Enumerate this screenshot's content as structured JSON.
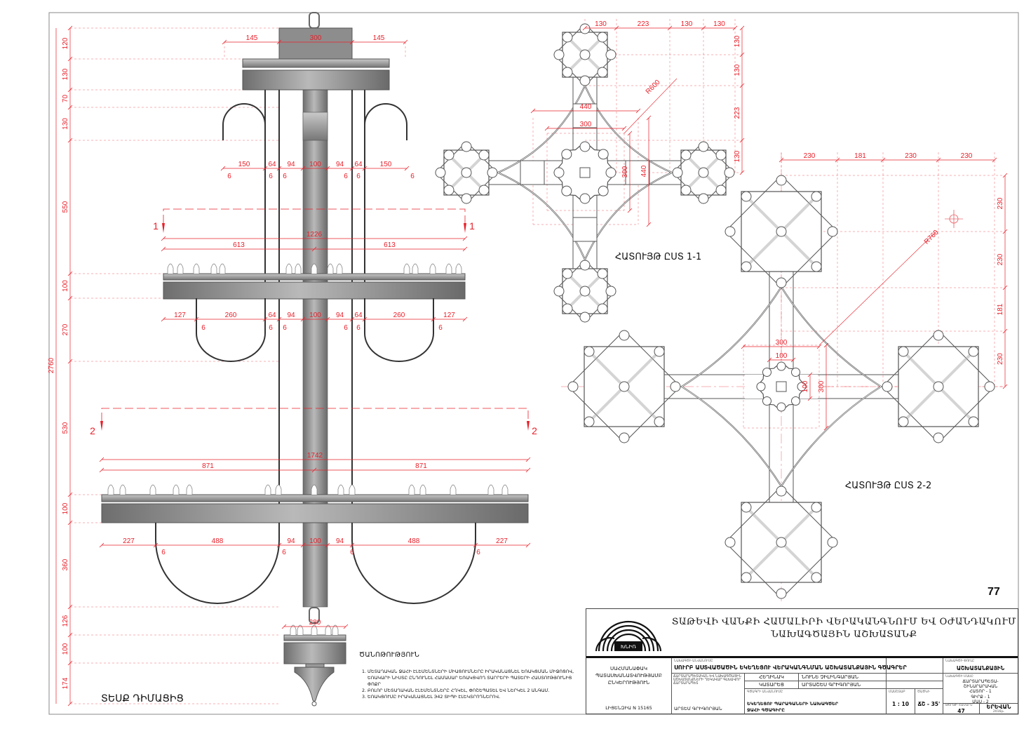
{
  "sheet_number": "77",
  "front_view": {
    "title": "ՏԵՍՔ ԴԻՄԱՑԻՑ",
    "total_height": "2760",
    "vertical": [
      "120",
      "130",
      "70",
      "130",
      "550",
      "100",
      "270",
      "530",
      "100",
      "360",
      "126",
      "100",
      "174"
    ],
    "top_row": [
      "145",
      "300",
      "145"
    ],
    "row_a": [
      "150",
      "64",
      "94",
      "100",
      "94",
      "64",
      "150"
    ],
    "row_a_welds": [
      "6",
      "6",
      "6",
      "6",
      "6",
      "6"
    ],
    "ring1_total": "1226",
    "ring1_halves": [
      "613",
      "613"
    ],
    "row_b": [
      "127",
      "260",
      "64",
      "94",
      "100",
      "94",
      "64",
      "260",
      "127"
    ],
    "row_b_welds": [
      "6",
      "6",
      "6",
      "6",
      "6",
      "6"
    ],
    "ring2_total": "1742",
    "ring2_halves": [
      "871",
      "871"
    ],
    "row_c": [
      "227",
      "488",
      "94",
      "100",
      "94",
      "488",
      "227"
    ],
    "row_c_welds": [
      "6",
      "6",
      "6",
      "6"
    ],
    "bottom_width": "280",
    "section_marks": {
      "s1": "1",
      "s2": "2"
    }
  },
  "section_1_1": {
    "title": "ՀԱՏՈՒՅԹ ԸՍՏ 1-1",
    "top": [
      "130",
      "223",
      "130",
      "130"
    ],
    "right": [
      "130",
      "130",
      "223",
      "130"
    ],
    "outer_width": "440",
    "inner_width": "300",
    "inner_height": "300",
    "outer_height": "440",
    "radius": "R600"
  },
  "section_2_2": {
    "title": "ՀԱՏՈՒՅԹ ԸՍՏ 2-2",
    "top": [
      "230",
      "181",
      "230",
      "230"
    ],
    "right": [
      "230",
      "230",
      "181",
      "230"
    ],
    "width": "300",
    "hub_width": "100",
    "hub_height": "100",
    "height": "300",
    "radius": "R760"
  },
  "notes": {
    "heading": "ԾԱՆՈԹՈՒԹՅՈՒՆ",
    "items": [
      "ՄԵՏԱՂԱԿԱՆ ՋԱՀԻ ԷԼԵՄԵՆՏՆԵՐԻ ՄԻԱՑՈՒՄՆԵՐԸ ԻՐԱԿԱՆԱՑՆԵԼ ԵՌԱԿՑՄԱՆ ՄԻՋՈՑՈՎ, ԵՌԱԿԱՐԻ ՆԻՍՏԸ ԸՆԴՈՒՆԵԼ ՀԱՄԱՍԱՐ ԵՌԱԿՑՎՈՂ ՏԱՐՐԵՐԻ ՊԱՏԵՐԻ ՀԱՍՏՈՒԹՅՈՒՆԻՑ ՓՈՔՐ",
      "ԲՈԼՈՐ ՄԵՏԱՂԱԿԱՆ ԷԼԵՄԵՆՏՆԵՐԸ ՀՂԿԵԼ, ՓՈՇԵՊԱՏԵԼ ԵՎ ՆԵՐԿԵԼ 2 ԱՆԳԱՄ.",
      "ԵՌԱԿՑՈՒՄԸ ԻՐԱԿԱՆԱՑՆԵԼ Э42 ՏԻՊԻ ԷԼԵԿՏՐՈԴՆԵՐՈՎ."
    ]
  },
  "title_block": {
    "logo_text": "ԽՆԻՌ",
    "header_line1": "ՏԱԹԵՎԻ ՎԱՆՔԻ ՀԱՄԱԼԻՐԻ ՎԵՐԱԿԱՆԳՆՈՒՄ ԵՎ ՕԺԱՆԴԱԿՈՒՄ",
    "header_line2": "ՆԱԽԱԳԾԱՅԻՆ ԱՇԽԱՏԱՆՔ",
    "company": "ՍԱՀՄԱՆԱՓԱԿ ՊԱՏԱՍԽԱՆԱՏՎՈՒԹՅԱՄԲ ԸՆԿԵՐՈՒԹՅՈՒՆ",
    "license": "ԼԻՑԵՆԶԻԱ N 15165",
    "project_label": "ՆԱԽԱԳԾԻ ԱՆՎԱՆՈՒՄԸ",
    "project_name": "ՍՈՒՐԲ ԱՍՏՎԱԾԱԾԻՆ ԵԿԵՂԵՑՈՒ ՎԵՐԱԿԱՆԳՆՄԱՆ ԱՇԽԱՏԱՆՔԱՅԻՆ ԳԾԱԳՐԵՐ",
    "stage_label": "ՆԱԽԱԳԾԻ ՓՈՒԼԸ",
    "stage": "ԱՇԽԱՏԱՆՔԱՅԻՆ",
    "chief_role": "ՃԱՐՏԱՐԱՊԵՏԱԿԱՆ ԵՎ ՆԱԽԱԳԾԱՅԻՆ ԱՇԽԱՏԱՆՔՆԵՐԻ ՂԵԿԱՎԱՐ ԳԼԽԱՎՈՐ ՃԱՐՏԱՐԱՊԵՏ",
    "chief_name": "ԱՐՏԵՄ ԳՐԻԳՈՐՅԱՆ",
    "author_role": "ՀԵՂԻՆԱԿ",
    "author_name": "ՆՈՒՆԵ ՉԻԼԻՆԳԱՐՅԱՆ",
    "executor_role": "ԿԱՏԱՐԵՑ",
    "executor_name": "ԱՐՏԱՇԵՍ ԳՐԻԳՈՐՅԱՆ",
    "drawing_label": "ԳԾԱԳՐԻ ԱՆՎԱՆՈՒՄԸ",
    "drawing_line1": "ԵԿԵՂԵՑՈՒ ՊԱՐԱԳԱՆԵՐԻ ՆԱԽԱԳԾԵՐ",
    "drawing_line2": "ՋԱՀԻ ԳԾԱԳԻՐԸ",
    "scale_label": "ՄԱՍՇՏԱԲ",
    "scale": "1 : 10",
    "code_label": "ԾԱԾԿԻ",
    "code": "ՃՇ - 35'",
    "part_label": "ՆԱԽԱԳԾԻ ՄԱՍԸ",
    "part_lines": [
      "ՃԱՐՏԱՐԱՊԵՏԱ-",
      "ՇԻՆԱՐԱՐԱԿԱՆ",
      "ՀԱՏՈՐ - 1",
      "ԳԻՐՔ - 1",
      "ՄԱՍ - 2"
    ],
    "sheet_label": "ԹԵՐԹԻ ՀԱՄԱՐԸ",
    "sheet": "47",
    "city": "ԵՐԵՎԱՆ",
    "year": "2016թ."
  },
  "colors": {
    "dimension": "#e8202a",
    "line": "#555555",
    "metal": "#8a8a8a"
  }
}
